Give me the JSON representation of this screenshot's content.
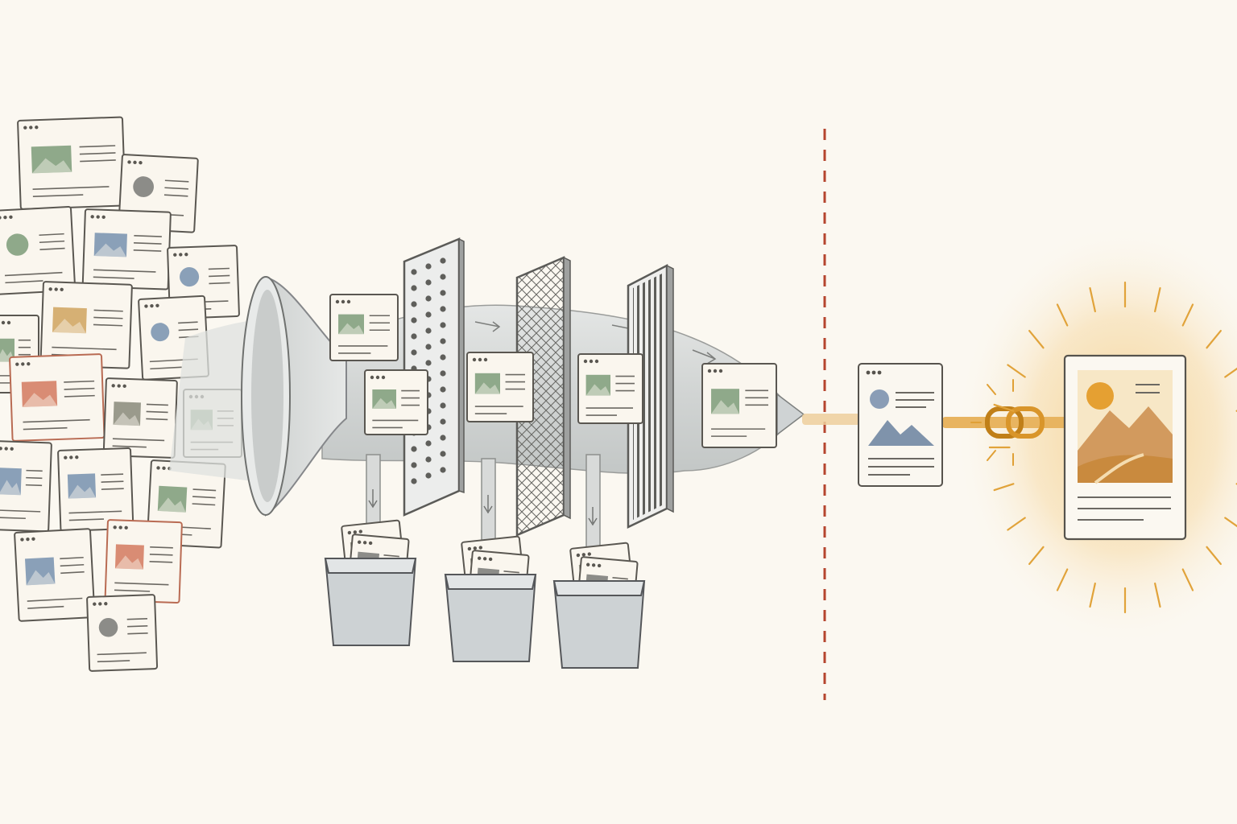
{
  "diagram": {
    "colors": {
      "background": "#fbf8f1",
      "paper": "#faf6ee",
      "ink": "#55524c",
      "pipe": "#d5d7d6",
      "divider": "#b5452e",
      "gold": "#e4a43a",
      "glow": "#f3c676"
    },
    "thumb_tints": [
      "#8fa98a",
      "#8aa0b8",
      "#d6b074",
      "#d98c74",
      "#9a9a8c",
      "#8c8c88"
    ],
    "icons": {
      "input_pile": "stacked-web-page-cards",
      "intake": "funnel",
      "filters": [
        "perforated-plate-filter",
        "mesh-screen-filter",
        "bar-grate-filter"
      ],
      "discards": "rejected-pages-bin",
      "boundary": "dashed-divider-line",
      "link": "chain-link",
      "output": "highlighted-image-page"
    }
  }
}
